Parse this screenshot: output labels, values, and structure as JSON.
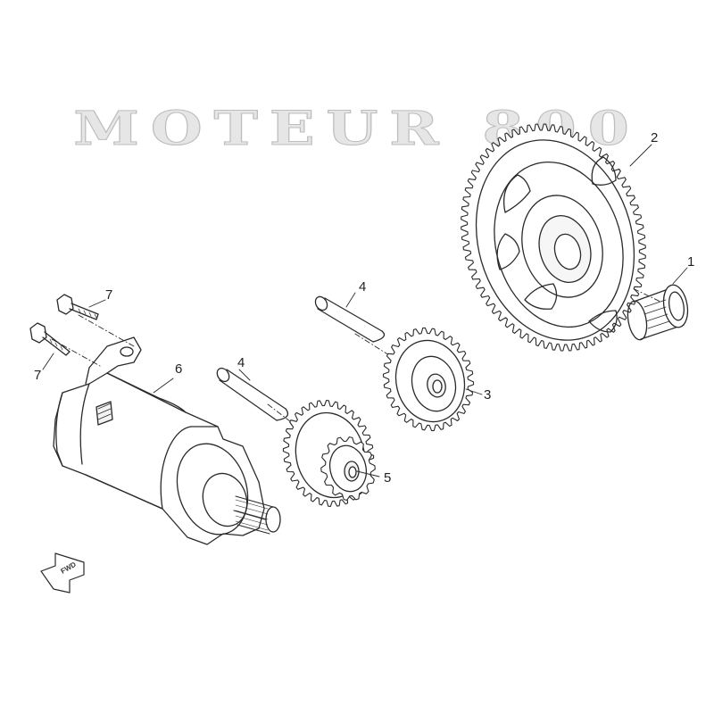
{
  "title": "MOTEUR 800",
  "fwd_label": "FWD",
  "callouts": [
    {
      "id": "c1",
      "label": "1"
    },
    {
      "id": "c2",
      "label": "2"
    },
    {
      "id": "c3",
      "label": "3"
    },
    {
      "id": "c4a",
      "label": "4"
    },
    {
      "id": "c4b",
      "label": "4"
    },
    {
      "id": "c5",
      "label": "5"
    },
    {
      "id": "c6",
      "label": "6"
    },
    {
      "id": "c7a",
      "label": "7"
    },
    {
      "id": "c7b",
      "label": "7"
    }
  ],
  "colors": {
    "line": "#2a2a2a",
    "title_fill": "#e6e6e6",
    "title_stroke": "#bdbdbd"
  }
}
